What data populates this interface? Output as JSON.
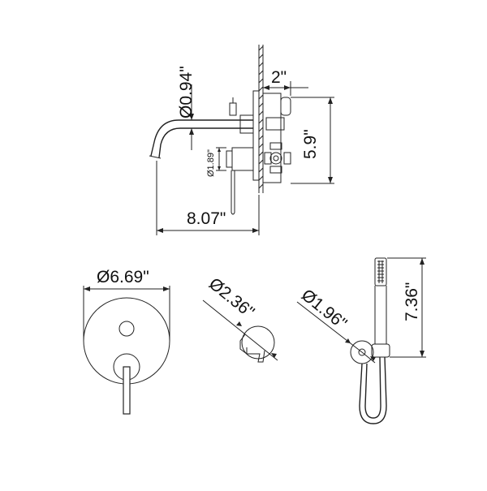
{
  "diagram": {
    "side_view": {
      "depth_label": "Ø0.94\"",
      "offset_label": "2\"",
      "height_label": "5.9\"",
      "lever_label": "Ø1.89\"",
      "length_label": "8.07\""
    },
    "plate": {
      "diameter_label": "Ø6.69\""
    },
    "spout": {
      "diameter_label": "Ø2.36\""
    },
    "handshower": {
      "diameter_label": "Ø1.96\"",
      "height_label": "7.36\""
    }
  }
}
